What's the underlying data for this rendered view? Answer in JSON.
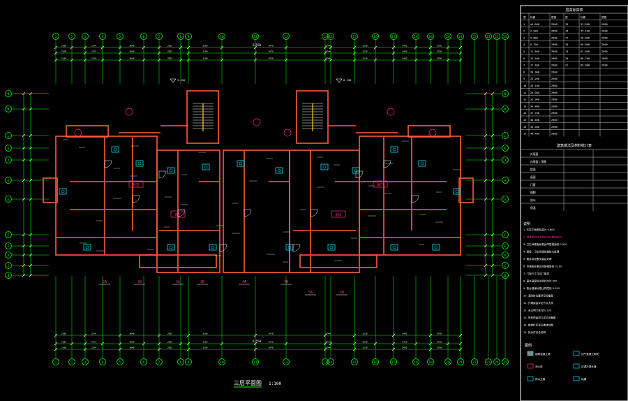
{
  "drawing": {
    "title": "三层平面图",
    "scale": "1:100",
    "colors": {
      "background": "#000000",
      "axis": "#00ff00",
      "wall": "#ff5a3c",
      "detail": "#ffffff",
      "fixture": "#00e5ff",
      "annotation": "#ff2a8a",
      "stair": "#ffd000"
    },
    "top_axes": [
      "1",
      "2",
      "3",
      "4",
      "5",
      "6",
      "7",
      "8",
      "9",
      "10",
      "11",
      "12",
      "13",
      "14",
      "15",
      "16",
      "17",
      "18",
      "19",
      "20",
      "21",
      "22",
      "23",
      "24",
      "25"
    ],
    "bottom_axes": [
      "1",
      "2",
      "3",
      "4",
      "5",
      "6",
      "7",
      "8",
      "9",
      "10",
      "11",
      "12",
      "13",
      "14",
      "15",
      "16",
      "17",
      "18",
      "19",
      "20",
      "21",
      "22",
      "23",
      "24",
      "25"
    ],
    "side_axes": [
      "N",
      "M",
      "L",
      "K",
      "J",
      "H",
      "G",
      "F",
      "E",
      "D",
      "C",
      "B"
    ],
    "overall_dimension": "61550",
    "total_dimension_bottom": "61550",
    "floor_tags": [
      "2A",
      "2B",
      "3A",
      "3B",
      "4A",
      "4B",
      "5A",
      "5B"
    ],
    "room_tags": [
      "卧室",
      "客厅",
      "厨房",
      "餐厅"
    ],
    "elevation_marks": [
      "3.150",
      "6.150"
    ]
  },
  "side_panel": {
    "table1_title": "层高标高表",
    "table1_headers": [
      "层",
      "标高",
      "层高"
    ],
    "table1_rows": [
      [
        "1",
        "±0.000",
        "2900",
        "15",
        "52.200",
        "2900"
      ],
      [
        "2",
        "2.900",
        "2900",
        "16",
        "55.100",
        "2900"
      ],
      [
        "3",
        "5.800",
        "2900",
        "17",
        "58.000",
        "2900"
      ],
      [
        "4",
        "8.700",
        "2900",
        "18",
        "60.900",
        "2900"
      ],
      [
        "5",
        "11.600",
        "2900",
        "19",
        "63.800",
        "2900"
      ],
      [
        "6",
        "14.500",
        "2900",
        "20",
        "66.700",
        "2900"
      ],
      [
        "7",
        "17.400",
        "2900",
        "21",
        "69.600",
        "2900"
      ],
      [
        "8",
        "20.300",
        "2900",
        "",
        "",
        ""
      ],
      [
        "9",
        "23.200",
        "2900",
        "",
        "",
        ""
      ],
      [
        "10",
        "26.100",
        "2900",
        "",
        "",
        ""
      ],
      [
        "11",
        "29.000",
        "2900",
        "",
        "",
        ""
      ],
      [
        "12",
        "31.900",
        "2900",
        "",
        "",
        ""
      ],
      [
        "13",
        "34.800",
        "2900",
        "",
        "",
        ""
      ],
      [
        "14",
        "37.700",
        "2900",
        "",
        "",
        ""
      ],
      [
        "15",
        "40.600",
        "2900",
        "",
        "",
        ""
      ],
      [
        "16",
        "43.500",
        "2900",
        "",
        "",
        ""
      ],
      [
        "17",
        "46.400",
        "2900",
        "",
        "",
        ""
      ]
    ],
    "table2_title": "建筑做法及材料统计表",
    "table2_rows": [
      [
        "外墙面",
        "",
        ""
      ],
      [
        "内墙面 / 顶棚",
        "",
        ""
      ],
      [
        "楼面",
        "",
        ""
      ],
      [
        "屋面",
        "",
        ""
      ],
      [
        "门窗",
        "",
        ""
      ],
      [
        "踢脚",
        "",
        ""
      ],
      [
        "防水",
        "",
        ""
      ],
      [
        "保温",
        "",
        ""
      ]
    ],
    "notes_title": "说明",
    "notes": [
      "1. 本层平面图标高为 5.800",
      "2. 墙体定位除注明外均为轴线居中",
      "3. 卫生间楼面标高比同层楼面低 0.020",
      "4. 厨房、卫生间墙体做防水处理",
      "5. 管井待设备安装后封堵",
      "6. 空调板标高比同层楼面低 0.100",
      "7. 门窗尺寸详见门窗表",
      "8. 窗台高度除注明外均为 900",
      "9. 阳台楼面标高比同层低 0.050",
      "10. 消防栓位置详见设备图",
      "11. 外墙保温详见节点大样",
      "12. 未注明门垛均为 100",
      "13. 所有预留洞口详见设备图",
      "14. 楼梯栏杆详见楼梯详图",
      "15. 其余详见总说明"
    ],
    "legend_title": "图例",
    "legend_items": [
      "钢筋混凝土墙",
      "加气混凝土砌块",
      "消火栓",
      "空调冷凝水管",
      "排水立管",
      "地漏"
    ]
  }
}
